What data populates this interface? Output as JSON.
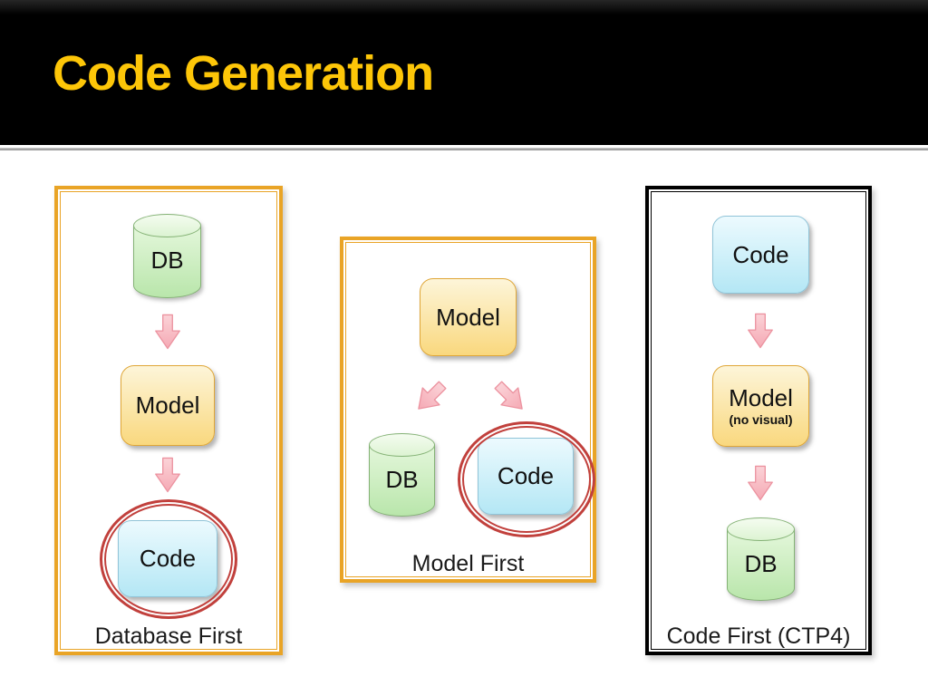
{
  "slide": {
    "title": "Code Generation"
  },
  "colors": {
    "title_yellow": "#FDC608",
    "header_black": "#000000",
    "header_rule_gray": "#8F8F8F",
    "panel_border_orange": "#E9A426",
    "panel_border_black": "#000000",
    "node_model_fill_top": "#FDF5D9",
    "node_model_fill_bottom": "#F9D87E",
    "node_model_border": "#DFA637",
    "node_code_fill_top": "#ECFAFE",
    "node_code_fill_bottom": "#B4E7F5",
    "node_code_border": "#90C4D8",
    "cylinder_fill_top": "#E4F7DB",
    "cylinder_fill_bottom": "#B9E6AB",
    "cylinder_border": "#84B275",
    "arrow_pink_top": "#FBD3D8",
    "arrow_pink_bottom": "#F5A9B4",
    "arrow_pink_border": "#EC93A0",
    "emphasis_circle_red": "#C1403C"
  },
  "panels": [
    {
      "label": "Database First",
      "nodes": {
        "db": "DB",
        "model": "Model",
        "code": "Code"
      }
    },
    {
      "label": "Model First",
      "nodes": {
        "model": "Model",
        "db": "DB",
        "code": "Code"
      }
    },
    {
      "label": "Code First (CTP4)",
      "nodes": {
        "code": "Code",
        "model": "Model",
        "model_sub": "(no visual)",
        "db": "DB"
      }
    }
  ]
}
